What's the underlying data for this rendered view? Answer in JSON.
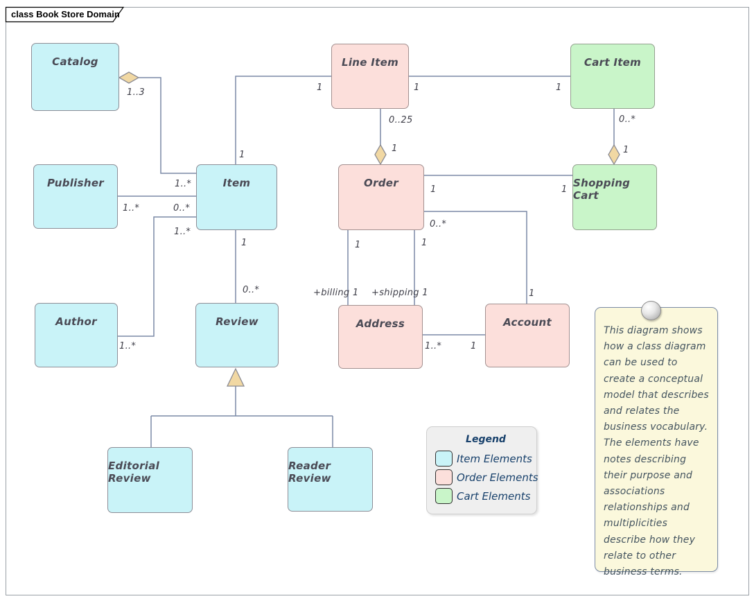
{
  "frame": {
    "tab_label": "class Book Store Domain"
  },
  "colors": {
    "item_fill": "#c9f3f8",
    "order_fill": "#fcdfdb",
    "cart_fill": "#c9f5c9",
    "connector": "#7a89a6",
    "diamond_fill": "#f1d8a3",
    "note_fill": "#fbf8dc",
    "legend_fill": "#efefef",
    "legend_text": "#17406b"
  },
  "classes": [
    {
      "id": "catalog",
      "label": "Catalog"
    },
    {
      "id": "publisher",
      "label": "Publisher"
    },
    {
      "id": "author",
      "label": "Author"
    },
    {
      "id": "item",
      "label": "Item"
    },
    {
      "id": "review",
      "label": "Review"
    },
    {
      "id": "editorial-review",
      "label": "Editorial Review"
    },
    {
      "id": "reader-review",
      "label": "Reader Review"
    },
    {
      "id": "line-item",
      "label": "Line Item"
    },
    {
      "id": "order",
      "label": "Order"
    },
    {
      "id": "address",
      "label": "Address"
    },
    {
      "id": "account",
      "label": "Account"
    },
    {
      "id": "cart-item",
      "label": "Cart Item"
    },
    {
      "id": "shopping-cart",
      "label": "Shopping Cart"
    }
  ],
  "multiplicities": [
    {
      "text": "1..3"
    },
    {
      "text": "1"
    },
    {
      "text": "1"
    },
    {
      "text": "1"
    },
    {
      "text": "0..25"
    },
    {
      "text": "1"
    },
    {
      "text": "0..*"
    },
    {
      "text": "1"
    },
    {
      "text": "1"
    },
    {
      "text": "1..*"
    },
    {
      "text": "1..*"
    },
    {
      "text": "0..*"
    },
    {
      "text": "1..*"
    },
    {
      "text": "1..*"
    },
    {
      "text": "1"
    },
    {
      "text": "0..*"
    },
    {
      "text": "1"
    },
    {
      "text": "1"
    },
    {
      "text": "0..*"
    },
    {
      "text": "1"
    },
    {
      "text": "1"
    },
    {
      "text": "1"
    },
    {
      "text": "+billing 1"
    },
    {
      "text": "+shipping 1"
    },
    {
      "text": "1..*"
    },
    {
      "text": "1"
    }
  ],
  "legend": {
    "title": "Legend",
    "items": [
      {
        "label": "Item Elements",
        "color_key": "item_fill"
      },
      {
        "label": "Order Elements",
        "color_key": "order_fill"
      },
      {
        "label": "Cart Elements",
        "color_key": "cart_fill"
      }
    ]
  },
  "note": {
    "text": "This diagram shows how a class diagram can be used to create a conceptual model that describes and relates the business vocabulary. The elements have notes describing their purpose and associations relationships and multiplicities describe how they relate to other business terms."
  }
}
